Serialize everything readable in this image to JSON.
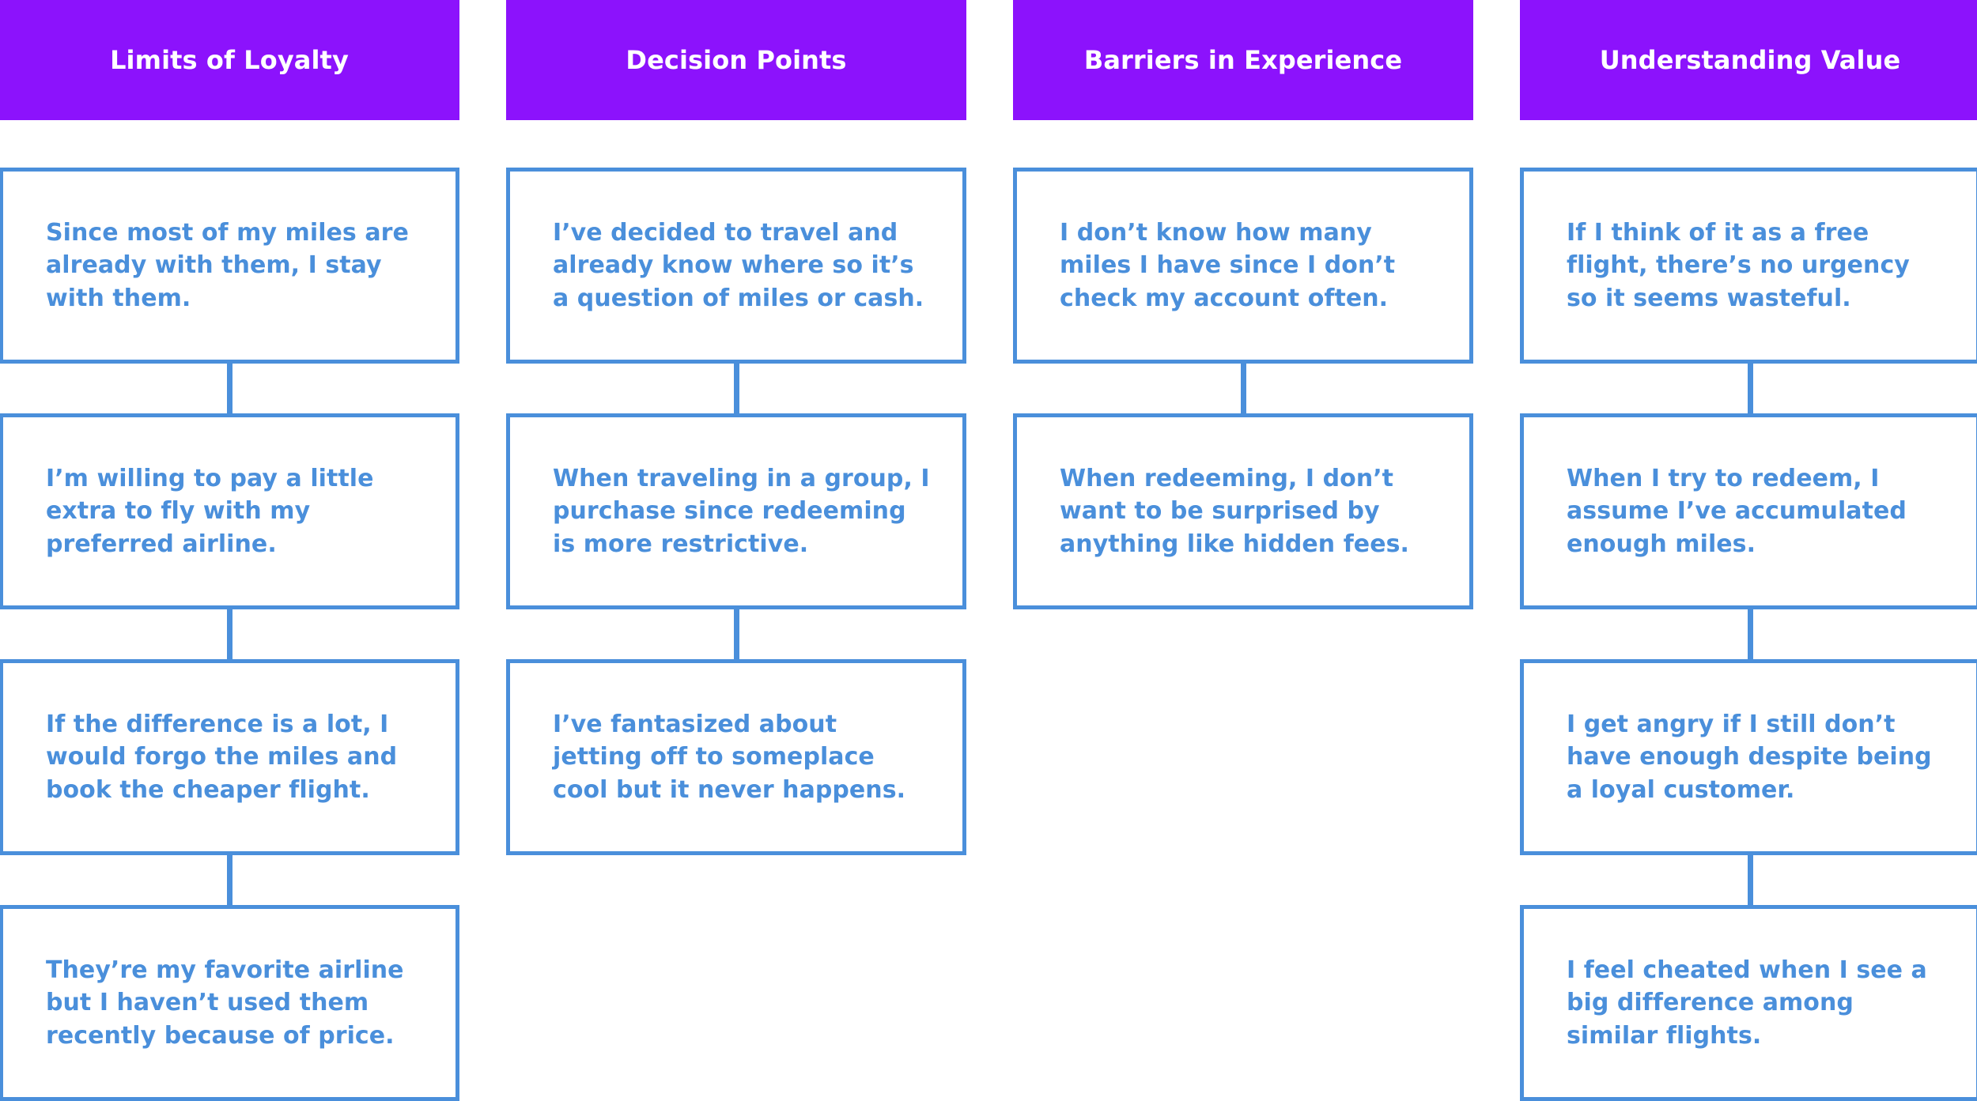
{
  "diagram": {
    "title_row_color": "#8c12fc",
    "header_text_color": "#ffffff",
    "node_border_color": "#4a8fdb",
    "node_text_color": "#4a8fdb",
    "node_fill_color": "#ffffff",
    "connector_color": "#4a8fdb",
    "background_color": "#ffffff",
    "columns": [
      {
        "header": "Limits of Loyalty",
        "nodes": [
          "Since most of my miles are already with them, I stay with them.",
          "I’m willing to pay a little extra to fly with my preferred airline.",
          "If the difference is a lot, I would forgo the miles and book the cheaper flight.",
          "They’re my favorite airline but I haven’t used them recently because of price."
        ]
      },
      {
        "header": "Decision Points",
        "nodes": [
          "I’ve decided to travel and already know where so it’s a question of miles or cash.",
          "When traveling in a group, I purchase since redeeming is more restrictive.",
          "I’ve fantasized about jetting off to someplace cool but it never happens."
        ]
      },
      {
        "header": "Barriers in Experience",
        "nodes": [
          "I don’t know how many miles I have since I don’t check my account often.",
          "When redeeming, I don’t want to be surprised by anything like hidden fees."
        ]
      },
      {
        "header": "Understanding Value",
        "nodes": [
          "If I think of it as a free flight, there’s no urgency so it seems wasteful.",
          "When I try to redeem, I assume I’ve accumulated enough miles.",
          "I get angry if I still don’t have enough despite being a loyal customer.",
          "I feel cheated when I see a big difference among similar flights."
        ]
      }
    ]
  }
}
